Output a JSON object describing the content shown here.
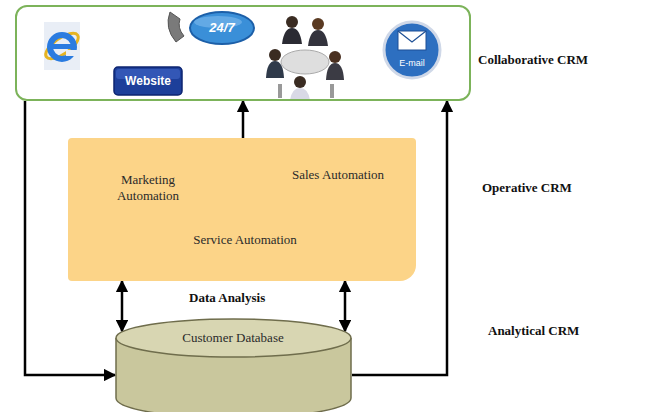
{
  "diagram": {
    "nodes": [
      {
        "text": [
          "Website",
          "24/7",
          "E-mail"
        ]
      },
      {
        "text": [
          "Marketing Automation",
          "Sales Automation",
          "Service Automation"
        ]
      },
      {
        "text": [
          "Customer Database"
        ]
      }
    ],
    "edges": [
      {
        "from": 1,
        "to": 0,
        "arrow": "to"
      },
      {
        "from": 1,
        "to": 2,
        "arrow": "both"
      },
      {
        "from": 1,
        "to": 2,
        "arrow": "both"
      },
      {
        "from": 0,
        "to": 2,
        "arrow": "to"
      },
      {
        "from": 2,
        "to": 0,
        "arrow": "to"
      }
    ],
    "labels": [
      "Collaborative CRM",
      "Operative CRM",
      "Data Analysis",
      "Analytical CRM"
    ]
  }
}
